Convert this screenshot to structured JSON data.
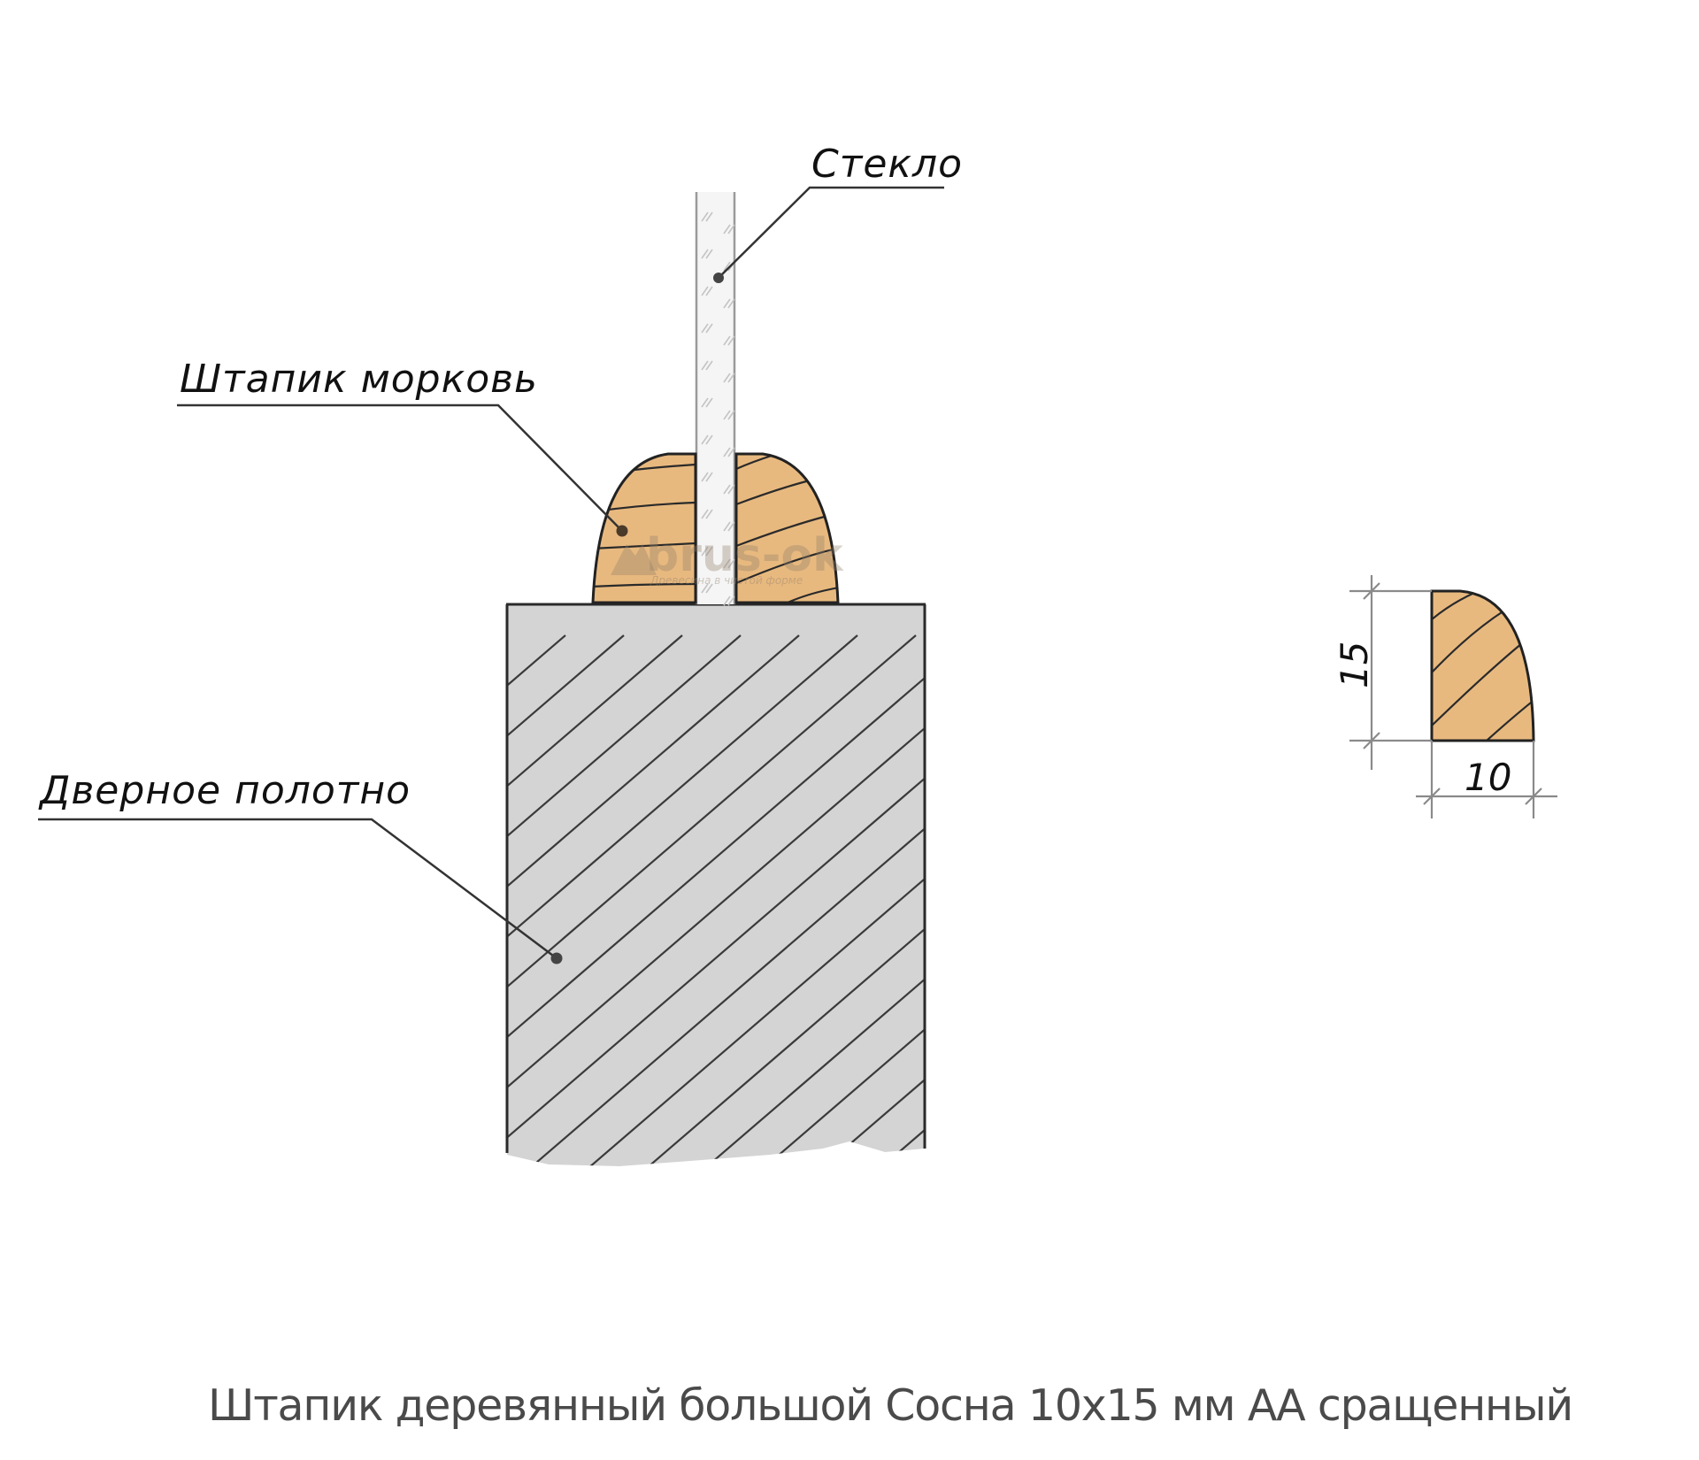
{
  "diagram": {
    "labels": {
      "glass": "Стекло",
      "bead": "Штапик морковь",
      "door_panel": "Дверное полотно"
    },
    "dimensions": {
      "height": "15",
      "width": "10",
      "unit": "мм"
    },
    "watermark": {
      "brand": "brus-ok",
      "tagline": "Древесина в чистой форме"
    },
    "colors": {
      "wood": "#e8b97f",
      "panel": "#d4d4d4",
      "glass": "#f4f4f4",
      "outline": "#222222",
      "leader": "#333333",
      "dimension": "#8a8a8a"
    }
  },
  "caption": "Штапик деревянный большой Сосна 10x15 мм АА сращенный"
}
